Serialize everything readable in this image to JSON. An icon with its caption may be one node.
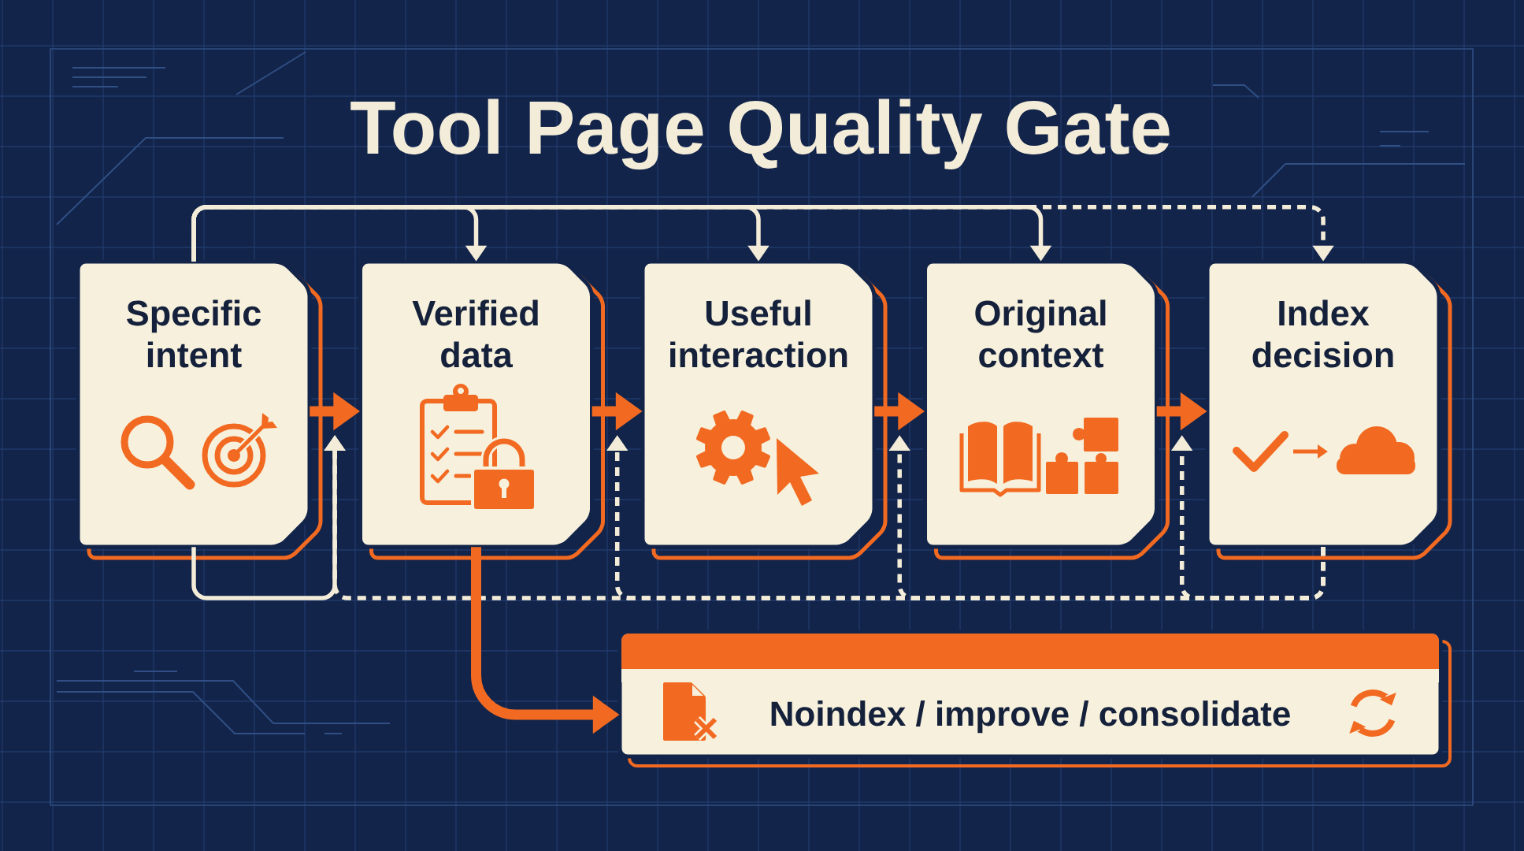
{
  "diagram": {
    "title": "Tool Page Quality Gate",
    "nodes": [
      {
        "text": [
          "Specific intent"
        ]
      },
      {
        "text": [
          "Verified data"
        ]
      },
      {
        "text": [
          "Useful interaction"
        ]
      },
      {
        "text": [
          "Original context"
        ]
      },
      {
        "text": [
          "Index decision"
        ]
      },
      {
        "text": [
          "Noindex / improve / consolidate"
        ]
      }
    ],
    "edges": [
      {
        "from": 0,
        "to": 1,
        "arrow": "to",
        "style": "thick",
        "color": "#f26a21"
      },
      {
        "from": 1,
        "to": 2,
        "arrow": "to",
        "style": "thick",
        "color": "#f26a21"
      },
      {
        "from": 2,
        "to": 3,
        "arrow": "to",
        "style": "thick",
        "color": "#f26a21"
      },
      {
        "from": 3,
        "to": 4,
        "arrow": "to",
        "style": "thick",
        "color": "#f26a21"
      },
      {
        "from": 0,
        "to": 1,
        "arrow": "to"
      },
      {
        "from": 0,
        "to": 2,
        "arrow": "to"
      },
      {
        "from": 0,
        "to": 3,
        "arrow": "to"
      },
      {
        "from": 0,
        "to": 4,
        "arrow": "to",
        "style": "dashed"
      },
      {
        "from": 0,
        "to": null,
        "arrow": "to"
      },
      {
        "from": 4,
        "to": 0,
        "arrow": "to",
        "style": "dashed"
      },
      {
        "from": 4,
        "to": 1,
        "arrow": "to",
        "style": "dashed"
      },
      {
        "from": 4,
        "to": 2,
        "arrow": "to",
        "style": "dashed"
      },
      {
        "from": 4,
        "to": 3,
        "arrow": "to",
        "style": "dashed"
      },
      {
        "from": 1,
        "to": 5,
        "arrow": "to",
        "style": "thick",
        "color": "#f26a21"
      }
    ]
  }
}
